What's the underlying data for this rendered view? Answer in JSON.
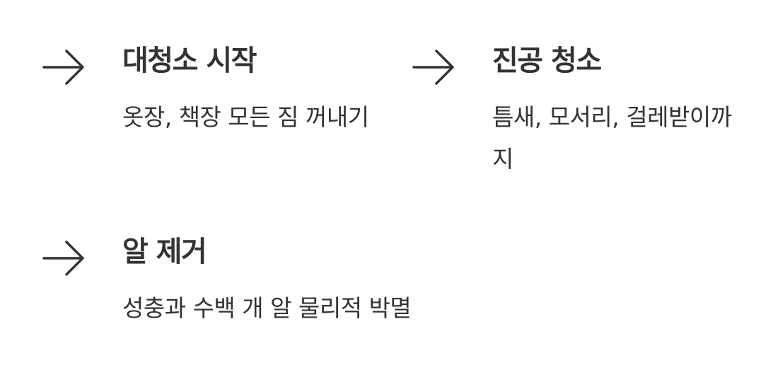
{
  "items": [
    {
      "icon": "arrow-right-icon",
      "title": "대청소 시작",
      "description": "옷장, 책장 모든 짐 꺼내기"
    },
    {
      "icon": "arrow-right-icon",
      "title": "진공 청소",
      "description": "틈새, 모서리, 걸레받이까지"
    },
    {
      "icon": "arrow-right-icon",
      "title": "알 제거",
      "description": "성충과 수백 개 알 물리적 박멸"
    }
  ],
  "colors": {
    "text": "#333333",
    "background": "#ffffff"
  }
}
